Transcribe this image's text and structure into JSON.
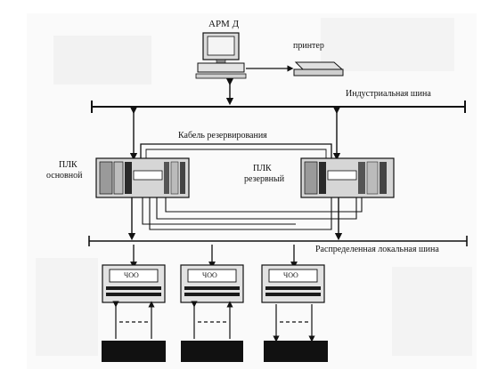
{
  "labels": {
    "arm": "АРМ Д",
    "printer": "принтер",
    "industrial_bus": "Индустриальная шина",
    "redundancy_cable": "Кабель резервирования",
    "plc_main_line1": "ПЛК",
    "plc_main_line2": "основной",
    "plc_reserve_line1": "ПЛК",
    "plc_reserve_line2": "резервный",
    "local_bus": "Распределенная локальная шина"
  },
  "io_modules": [
    {
      "label": "ЧОО"
    },
    {
      "label": "ЧОО"
    },
    {
      "label": "ЧОО"
    }
  ],
  "colors": {
    "line": "#111111",
    "panel_fill": "#d9d9d9",
    "module_dark": "#1a1a1a",
    "background_noise": "#eeeeee"
  }
}
